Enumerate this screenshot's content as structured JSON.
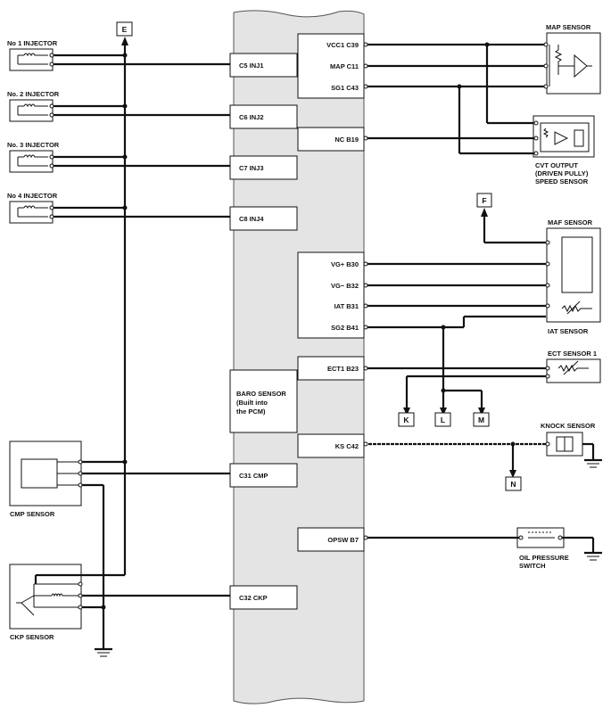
{
  "components": {
    "inj1": "No 1 INJECTOR",
    "inj2": "No. 2 INJECTOR",
    "inj3": "No. 3 INJECTOR",
    "inj4": "No 4 INJECTOR",
    "map_sensor": "MAP SENSOR",
    "cvt_line1": "CVT OUTPUT",
    "cvt_line2": "(DRIVEN PULLY)",
    "cvt_line3": "SPEED SENSOR",
    "maf_sensor": "MAF SENSOR",
    "iat_sensor": "IAT SENSOR",
    "ect_sensor": "ECT SENSOR 1",
    "knock_sensor": "KNOCK SENSOR",
    "oil_line1": "OIL PRESSURE",
    "oil_line2": "SWITCH",
    "cmp_sensor": "CMP SENSOR",
    "ckp_sensor": "CKP SENSOR"
  },
  "pcm_terminals": {
    "c5": "C5 INJ1",
    "c6": "C6 INJ2",
    "c7": "C7 INJ3",
    "c8": "C8 INJ4",
    "c31": "C31 CMP",
    "c32": "C32 CKP",
    "vcc1": "VCC1 C39",
    "map": "MAP C11",
    "sg1": "SG1 C43",
    "nc": "NC B19",
    "vgp": "VG+ B30",
    "vgm": "VG− B32",
    "iat": "IAT B31",
    "sg2": "SG2 B41",
    "ect": "ECT1 B23",
    "ks": "KS C42",
    "opsw": "OPSW B7"
  },
  "baro": {
    "line1": "BARO SENSOR",
    "line2": "(Built into",
    "line3": "the PCM)"
  },
  "connectors": {
    "e": "E",
    "f": "F",
    "k": "K",
    "l": "L",
    "m": "M",
    "n": "N"
  }
}
